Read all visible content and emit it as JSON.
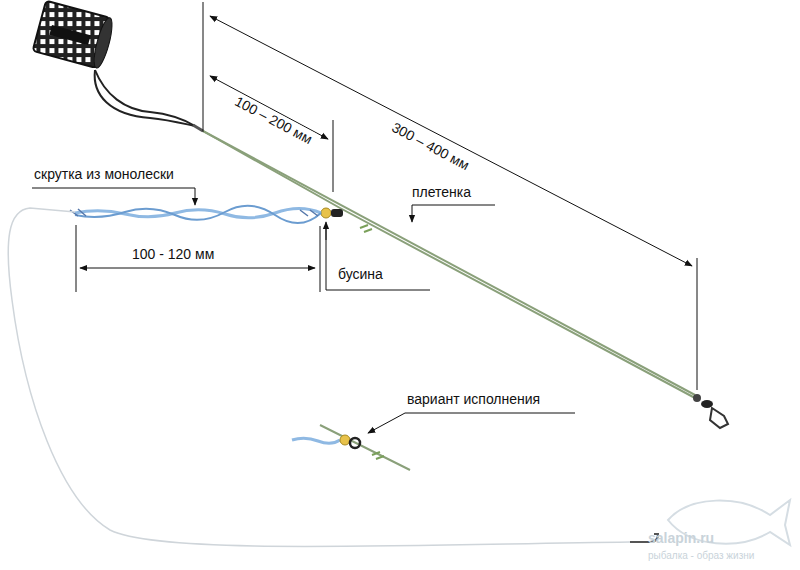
{
  "diagram": {
    "labels": [
      "100 – 200 мм",
      "300 – 400 мм",
      "скрутка из монолески",
      "плетенка",
      "100 - 120 мм",
      "бусина",
      "вариант исполнения",
      "salapin.ru",
      "рыбалка - образ жизни"
    ]
  }
}
